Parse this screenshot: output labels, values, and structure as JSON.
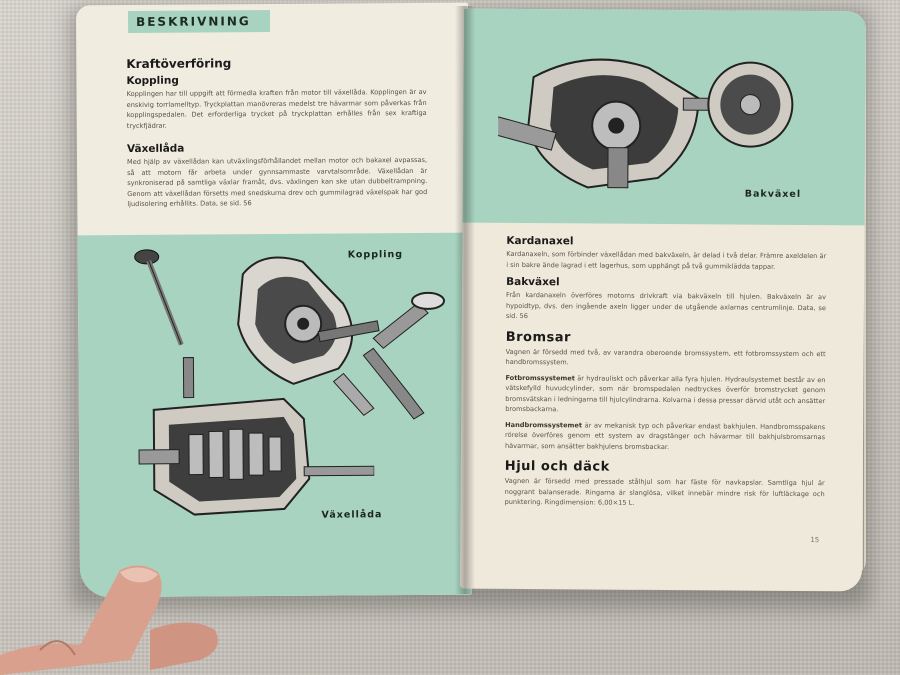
{
  "left_page": {
    "section_tab": "BESKRIVNING",
    "heading": "Kraftöverföring",
    "koppling": {
      "title": "Koppling",
      "text": "Kopplingen har till uppgift att förmedla kraften från motor till växellåda. Kopplingen är av enskivig torrlamelltyp. Tryckplattan manövreras medelst tre hävarmar som påverkas från kopplingspedalen. Det erforderliga trycket på tryckplattan erhålles från sex kraftiga tryckfjädrar."
    },
    "vaxellada": {
      "title": "Växellåda",
      "text": "Med hjälp av växellådan kan utväxlingsförhållandet mellan motor och bakaxel avpassas, så att motorn får arbeta under gynnsammaste varvtalsområde. Växellådan är synkroniserad på samtliga växlar framåt, dvs. växlingen kan ske utan dubbeltrampning. Genom att växellådan försetts med snedskurna drev och gummilagrad växelspak har god ljudisolering erhållits. Data, se sid. 56"
    },
    "caption_koppling": "Koppling",
    "caption_vaxellada": "Växellåda"
  },
  "right_page": {
    "caption_bakvaxel": "Bakväxel",
    "kardanaxel": {
      "title": "Kardanaxel",
      "text": "Kardanaxeln, som förbinder växellådan med bakväxeln, är delad i två delar. Främre axeldelen är i sin bakre ände lagrad i ett lagerhus, som upphängt på två gummiklädda tappar."
    },
    "bakvaxel": {
      "title": "Bakväxel",
      "text": "Från kardanaxeln överföres motorns drivkraft via bakväxeln till hjulen. Bakväxeln är av hypoidtyp, dvs. den ingående axeln ligger under de utgående axlarnas centrumlinje. Data, se sid. 56"
    },
    "bromsar": {
      "title": "Bromsar",
      "text": "Vagnen är försedd med två, av varandra oberoende bromssystem, ett fotbromssystem och ett handbromssystem.",
      "fot_label": "Fotbromssystemet",
      "fot_text": " är hydrauliskt och påverkar alla fyra hjulen. Hydraulsystemet består av en vätskefylld huvudcylinder, som när bromspedalen nedtryckes överför bromstrycket genom bromsvätskan i ledningarna till hjulcylindrarna. Kolvarna i dessa pressar därvid utåt och ansätter bromsbackarna.",
      "hand_label": "Handbromssystemet",
      "hand_text": " är av mekanisk typ och påverkar endast bakhjulen. Handbromsspakens rörelse överföres genom ett system av dragstänger och hävarmar till bakhjulsbromsarnas hävarmar, som ansätter bakhjulens bromsbackar."
    },
    "hjul": {
      "title": "Hjul och däck",
      "text": "Vagnen är försedd med pressade stålhjul som har fäste för navkapslar. Samtliga hjul är noggrant balanserade. Ringarna är slanglösa, vilket innebär mindre risk för luftläckage och punktering. Ringdimension: 6,00×15 L."
    },
    "page_number": "15"
  },
  "colors": {
    "green": "#a8d3c0",
    "paper": "#f1ece0"
  }
}
